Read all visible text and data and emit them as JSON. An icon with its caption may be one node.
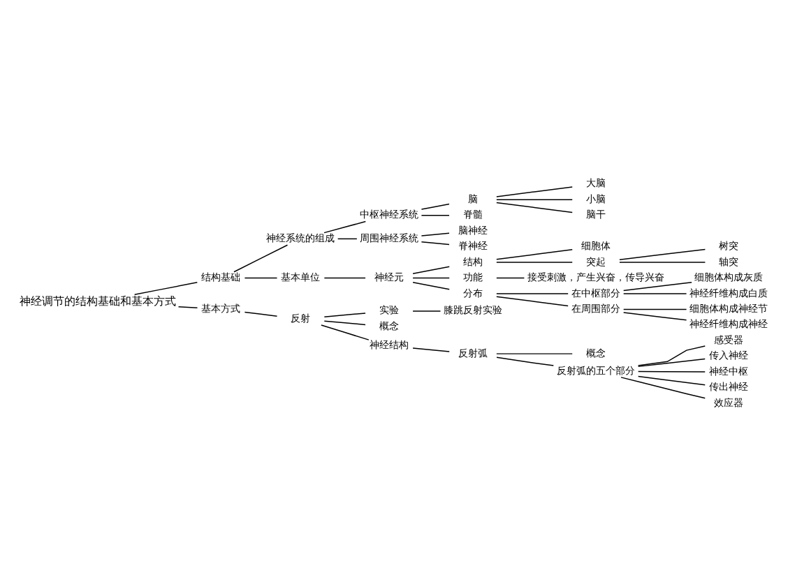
{
  "diagram": {
    "nodes": [
      {
        "text": [
          "神经调节的结构基础和基本方式"
        ]
      },
      {
        "text": [
          "结构基础"
        ]
      },
      {
        "text": [
          "神经系统的组成"
        ]
      },
      {
        "text": [
          "中枢神经系统"
        ]
      },
      {
        "text": [
          "脑"
        ]
      },
      {
        "text": [
          "大脑"
        ]
      },
      {
        "text": [
          "小脑"
        ]
      },
      {
        "text": [
          "脑干"
        ]
      },
      {
        "text": [
          "脊髓"
        ]
      },
      {
        "text": [
          "周围神经系统"
        ]
      },
      {
        "text": [
          "脑神经"
        ]
      },
      {
        "text": [
          "脊神经"
        ]
      },
      {
        "text": [
          "基本单位"
        ]
      },
      {
        "text": [
          "神经元"
        ]
      },
      {
        "text": [
          "结构"
        ]
      },
      {
        "text": [
          "细胞体"
        ]
      },
      {
        "text": [
          "突起"
        ]
      },
      {
        "text": [
          "树突"
        ]
      },
      {
        "text": [
          "轴突"
        ]
      },
      {
        "text": [
          "功能"
        ]
      },
      {
        "text": [
          "接受刺激，产生兴奋，传导兴奋"
        ]
      },
      {
        "text": [
          "分布"
        ]
      },
      {
        "text": [
          "在中枢部分"
        ]
      },
      {
        "text": [
          "细胞体构成灰质"
        ]
      },
      {
        "text": [
          "神经纤维构成白质"
        ]
      },
      {
        "text": [
          "在周围部分"
        ]
      },
      {
        "text": [
          "细胞体构成神经节"
        ]
      },
      {
        "text": [
          "神经纤维构成神经"
        ]
      },
      {
        "text": [
          "基本方式"
        ]
      },
      {
        "text": [
          "反射"
        ]
      },
      {
        "text": [
          "实验"
        ]
      },
      {
        "text": [
          "膝跳反射实验"
        ]
      },
      {
        "text": [
          "概念"
        ]
      },
      {
        "text": [
          "神经结构"
        ]
      },
      {
        "text": [
          "反射弧"
        ]
      },
      {
        "text": [
          "概念"
        ]
      },
      {
        "text": [
          "反射弧的五个部分"
        ]
      },
      {
        "text": [
          "感受器"
        ]
      },
      {
        "text": [
          "传入神经"
        ]
      },
      {
        "text": [
          "神经中枢"
        ]
      },
      {
        "text": [
          "传出神经"
        ]
      },
      {
        "text": [
          "效应器"
        ]
      }
    ],
    "edges": [
      {
        "from": 0,
        "to": 1,
        "arrow": "none"
      },
      {
        "from": 1,
        "to": 2,
        "arrow": "none"
      },
      {
        "from": 2,
        "to": 3,
        "arrow": "none"
      },
      {
        "from": 3,
        "to": 4,
        "arrow": "none"
      },
      {
        "from": 4,
        "to": 5,
        "arrow": "none"
      },
      {
        "from": 4,
        "to": 6,
        "arrow": "none"
      },
      {
        "from": 4,
        "to": 7,
        "arrow": "none"
      },
      {
        "from": 3,
        "to": 8,
        "arrow": "none"
      },
      {
        "from": 2,
        "to": 9,
        "arrow": "none"
      },
      {
        "from": 9,
        "to": 10,
        "arrow": "none"
      },
      {
        "from": 9,
        "to": 11,
        "arrow": "none"
      },
      {
        "from": 1,
        "to": 12,
        "arrow": "none"
      },
      {
        "from": 12,
        "to": 13,
        "arrow": "none"
      },
      {
        "from": 13,
        "to": 14,
        "arrow": "none"
      },
      {
        "from": 14,
        "to": 15,
        "arrow": "none"
      },
      {
        "from": 14,
        "to": 16,
        "arrow": "none"
      },
      {
        "from": 16,
        "to": 17,
        "arrow": "none"
      },
      {
        "from": 16,
        "to": 18,
        "arrow": "none"
      },
      {
        "from": 13,
        "to": 19,
        "arrow": "none"
      },
      {
        "from": 19,
        "to": 20,
        "arrow": "none"
      },
      {
        "from": 13,
        "to": 21,
        "arrow": "none"
      },
      {
        "from": 21,
        "to": 22,
        "arrow": "none"
      },
      {
        "from": 22,
        "to": 23,
        "arrow": "none"
      },
      {
        "from": 22,
        "to": 24,
        "arrow": "none"
      },
      {
        "from": 21,
        "to": 25,
        "arrow": "none"
      },
      {
        "from": 25,
        "to": 26,
        "arrow": "none"
      },
      {
        "from": 25,
        "to": 27,
        "arrow": "none"
      },
      {
        "from": 0,
        "to": 28,
        "arrow": "none"
      },
      {
        "from": 28,
        "to": 29,
        "arrow": "none"
      },
      {
        "from": 29,
        "to": 30,
        "arrow": "none"
      },
      {
        "from": 30,
        "to": 31,
        "arrow": "none"
      },
      {
        "from": 29,
        "to": 32,
        "arrow": "none"
      },
      {
        "from": 29,
        "to": 33,
        "arrow": "none"
      },
      {
        "from": 33,
        "to": 34,
        "arrow": "none"
      },
      {
        "from": 34,
        "to": 35,
        "arrow": "none"
      },
      {
        "from": 34,
        "to": 36,
        "arrow": "none"
      },
      {
        "from": 36,
        "to": 37,
        "arrow": "none"
      },
      {
        "from": 36,
        "to": 38,
        "arrow": "none"
      },
      {
        "from": 36,
        "to": 39,
        "arrow": "none"
      },
      {
        "from": 36,
        "to": 40,
        "arrow": "none"
      },
      {
        "from": 36,
        "to": 41,
        "arrow": "none"
      }
    ]
  }
}
